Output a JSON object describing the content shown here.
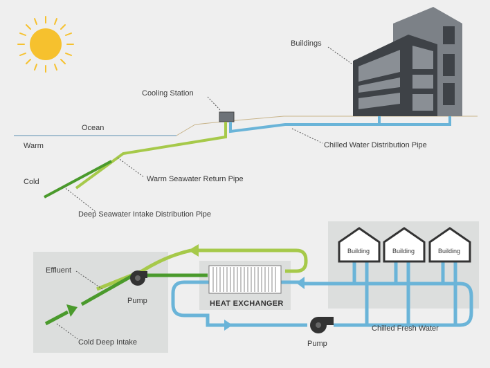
{
  "top": {
    "labels": {
      "buildings": "Buildings",
      "cooling_station": "Cooling Station",
      "ocean": "Ocean",
      "warm": "Warm",
      "cold": "Cold",
      "chilled_water_pipe": "Chilled Water Distribution Pipe",
      "warm_return_pipe": "Warm Seawater Return Pipe",
      "deep_intake_pipe": "Deep Seawater Intake Distribution Pipe"
    }
  },
  "bottom": {
    "effluent": "Effluent",
    "pump_left": "Pump",
    "pump_bottom": "Pump",
    "heat_exchanger": "HEAT EXCHANGER",
    "cold_deep_intake": "Cold Deep Intake",
    "chilled_fresh_water": "Chilled Fresh Water",
    "buildings": [
      "Building",
      "Building",
      "Building"
    ]
  },
  "colors": {
    "light_green": "#a6c94a",
    "dark_green": "#4a9a2c",
    "blue": "#6ab4d8",
    "gray_building": "#6d7278",
    "sun": "#f6c12e"
  }
}
